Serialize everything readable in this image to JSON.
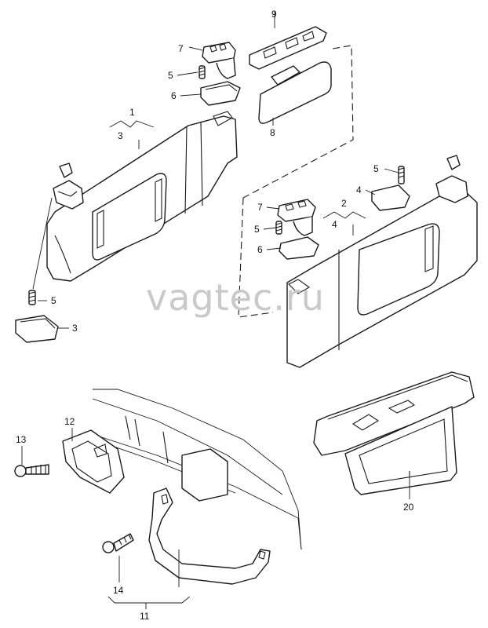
{
  "watermark": "vagtec.ru",
  "callouts": {
    "c1": "1",
    "c3a": "3",
    "c9": "9",
    "c7a": "7",
    "c5a": "5",
    "c6a": "6",
    "c8": "8",
    "c5b": "5",
    "c4a": "4",
    "c7b": "7",
    "c5c": "5",
    "c6b": "6",
    "c2": "2",
    "c4b": "4",
    "c5d": "5",
    "c3b": "3",
    "c12": "12",
    "c13": "13",
    "c14": "14",
    "c11": "11",
    "c20": "20"
  }
}
